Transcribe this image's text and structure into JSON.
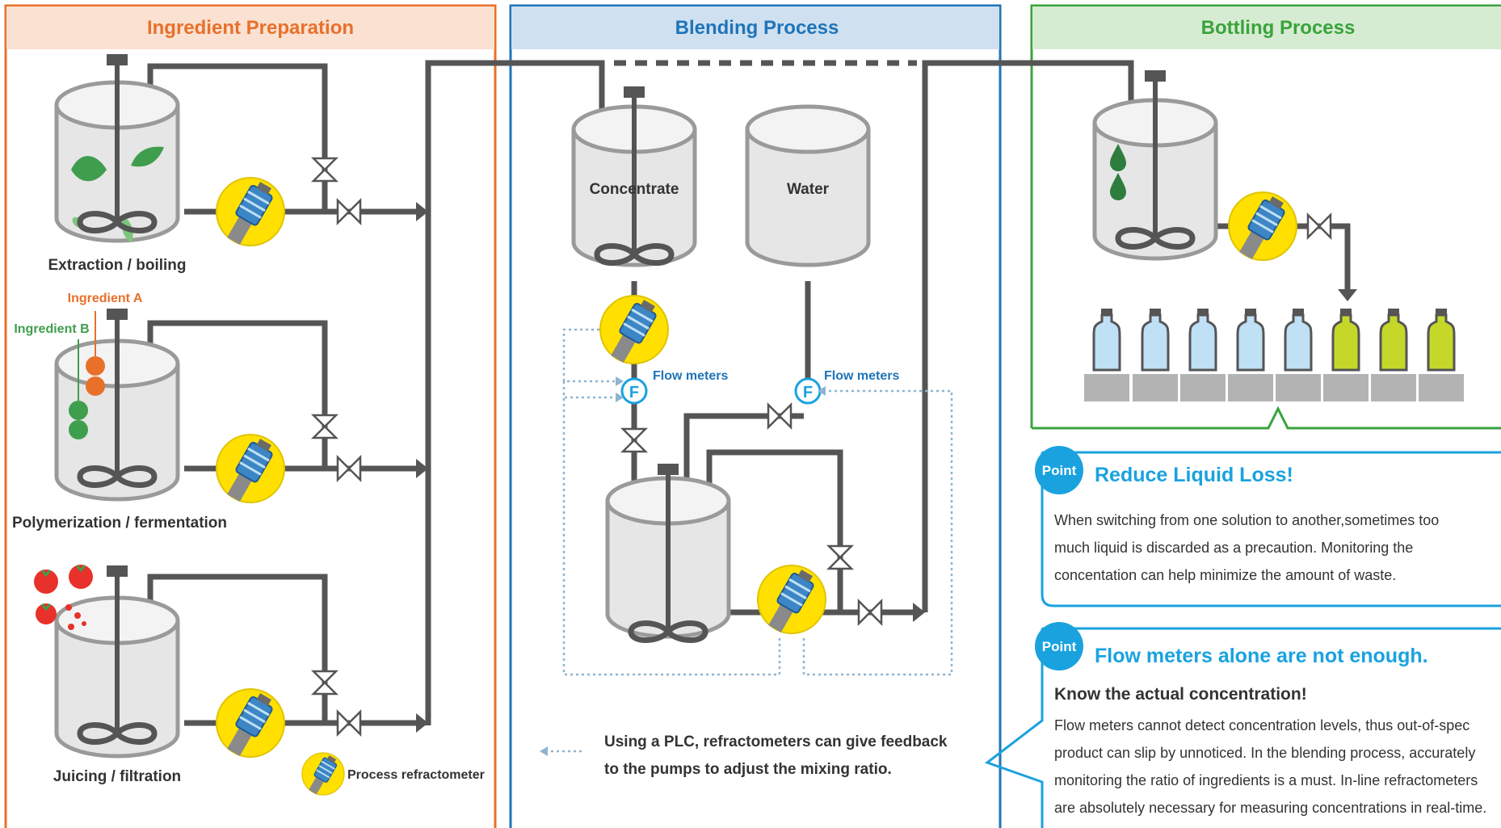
{
  "sections": {
    "ingredient": {
      "title": "Ingredient Preparation",
      "color": "#e8702a",
      "bg": "#fbe1d2"
    },
    "blending": {
      "title": "Blending Process",
      "color": "#1f74b8",
      "bg": "#cfe0f1"
    },
    "bottling": {
      "title": "Bottling Process",
      "color": "#3aa33c",
      "bg": "#d6ecd2"
    }
  },
  "ingredient": {
    "tank1_label": "Extraction / boiling",
    "ingredient_a": "Ingredient A",
    "ingredient_b": "Ingredient B",
    "tank2_label": "Polymerization / fermentation",
    "tank3_label": "Juicing / filtration",
    "legend_label": "Process refractometer"
  },
  "blending": {
    "concentrate": "Concentrate",
    "water": "Water",
    "flow_meters_1": "Flow meters",
    "flow_meters_2": "Flow meters",
    "flow_symbol": "F",
    "plc_line1": "Using a PLC, refractometers can give feedback",
    "plc_line2": "to the pumps to adjust the mixing ratio."
  },
  "points": {
    "badge": "Point",
    "p1_title": "Reduce Liquid Loss!",
    "p1_lines": [
      "When switching from one solution to another,sometimes too",
      "much liquid is discarded as a precaution. Monitoring the",
      "concentation can help minimize the amount of waste."
    ],
    "p2_title": "Flow meters alone are not enough.",
    "p2_subtitle": "Know the actual concentration!",
    "p2_lines": [
      "Flow meters cannot detect concentration levels, thus out-of-spec",
      "product can slip by unnoticed. In the blending process, accurately",
      "monitoring the ratio of ingredients is a must. In-line refractometers",
      "are absolutely necessary for measuring concentrations in real-time."
    ]
  },
  "colors": {
    "pipe": "#555555",
    "tank_fill": "#e6e6e6",
    "tank_stroke": "#9a9a9a",
    "refract_yellow": "#ffe000",
    "refract_blue": "#3d86c6",
    "point_blue": "#1aa2df",
    "bottle_blue": "#bfe0f5",
    "bottle_green": "#c5d82a",
    "leaf_green": "#3f9e4d",
    "tomato_red": "#e8312a"
  }
}
